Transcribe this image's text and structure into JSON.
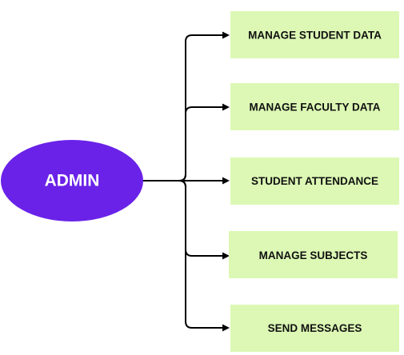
{
  "center_node": {
    "label": "ADMIN",
    "fill": "#6a22e8"
  },
  "box_fill": "#dcf8b4",
  "connector_color": "#000000",
  "branches": [
    {
      "label": "MANAGE STUDENT DATA"
    },
    {
      "label": "MANAGE FACULTY DATA"
    },
    {
      "label": "STUDENT ATTENDANCE"
    },
    {
      "label": "MANAGE SUBJECTS"
    },
    {
      "label": "SEND MESSAGES"
    }
  ]
}
